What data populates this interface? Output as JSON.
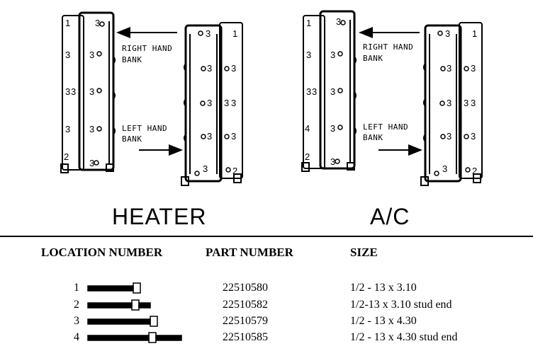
{
  "diagrams": {
    "heater": {
      "caption": "HEATER",
      "right_bank_label": [
        "RIGHT HAND",
        "BANK"
      ],
      "left_bank_label": [
        "LEFT HAND",
        "BANK"
      ],
      "right_bank_locations": [
        "1",
        "3",
        "3",
        "3",
        "3",
        "3",
        "3",
        "3",
        "3",
        "2",
        "3"
      ],
      "left_bank_locations": [
        "3",
        "1",
        "3",
        "3",
        "3",
        "3",
        "3",
        "3",
        "3",
        "3",
        "2"
      ]
    },
    "ac": {
      "caption": "A/C",
      "right_bank_label": [
        "RIGHT HAND",
        "BANK"
      ],
      "left_bank_label": [
        "LEFT HAND",
        "BANK"
      ],
      "right_bank_locations": [
        "1",
        "3",
        "3",
        "3",
        "3",
        "3",
        "4",
        "3",
        "3",
        "2",
        "3"
      ],
      "left_bank_locations": [
        "3",
        "1",
        "3",
        "3",
        "3",
        "3",
        "3",
        "3",
        "3",
        "3",
        "2"
      ]
    }
  },
  "table": {
    "headers": [
      "LOCATION NUMBER",
      "PART NUMBER",
      "SIZE"
    ],
    "rows": [
      {
        "location": "1",
        "part": "22510580",
        "size": "1/2 - 13 x 3.10"
      },
      {
        "location": "2",
        "part": "22510582",
        "size": "1/2-13 x 3.10 stud end"
      },
      {
        "location": "3",
        "part": "22510579",
        "size": "1/2 - 13 x 4.30"
      },
      {
        "location": "4",
        "part": "22510585",
        "size": "1/2 - 13 x 4.30 stud end"
      }
    ]
  }
}
